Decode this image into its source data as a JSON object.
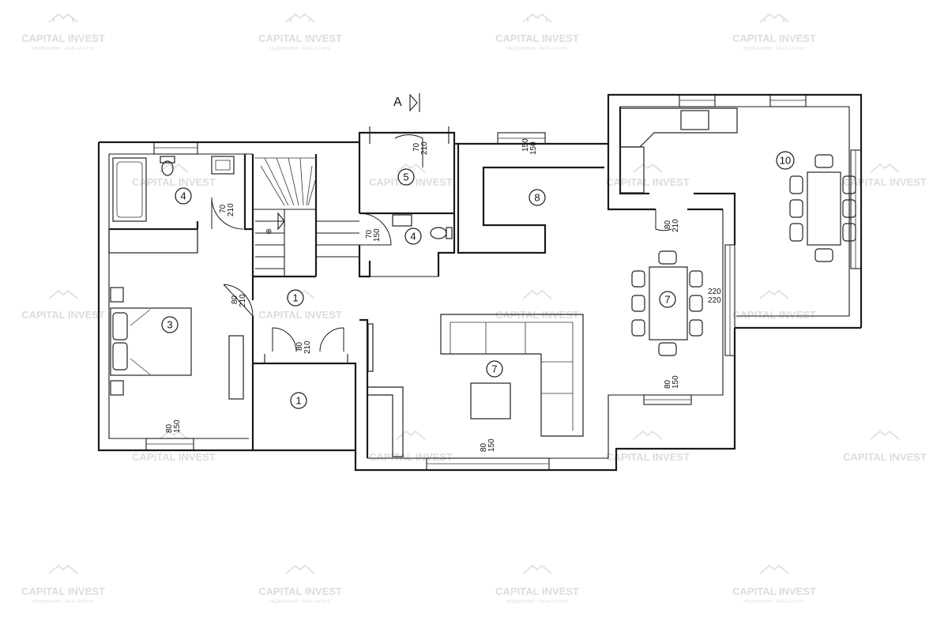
{
  "watermark": {
    "name": "CAPITAL INVEST",
    "subtitle": "НЕДВИЖИМИ · REAL ESTATE"
  },
  "section_marker": "A",
  "rooms": [
    {
      "id": "r1a",
      "label": "1"
    },
    {
      "id": "r1b",
      "label": "1"
    },
    {
      "id": "r3",
      "label": "3"
    },
    {
      "id": "r4a",
      "label": "4"
    },
    {
      "id": "r4b",
      "label": "4"
    },
    {
      "id": "r5",
      "label": "5"
    },
    {
      "id": "r7a",
      "label": "7"
    },
    {
      "id": "r7b",
      "label": "7"
    },
    {
      "id": "r8",
      "label": "8"
    },
    {
      "id": "r10",
      "label": "10"
    }
  ],
  "dimensions": [
    {
      "id": "d-bath",
      "top": "70",
      "bottom": "210"
    },
    {
      "id": "d-room5",
      "top": "70",
      "bottom": "210"
    },
    {
      "id": "d-wc",
      "top": "70",
      "bottom": "150"
    },
    {
      "id": "d-kitchen",
      "top": "80",
      "bottom": "210"
    },
    {
      "id": "d-hall",
      "top": "80",
      "bottom": "210"
    },
    {
      "id": "d-win8-top",
      "top": "150",
      "bottom": "150"
    },
    {
      "id": "d-win7-side",
      "top": "220",
      "bottom": "220"
    },
    {
      "id": "d-win-r7",
      "top": "80",
      "bottom": "150"
    },
    {
      "id": "d-win-living",
      "top": "80",
      "bottom": "150"
    },
    {
      "id": "d-win-bed",
      "top": "80",
      "bottom": "150"
    },
    {
      "id": "d-entry",
      "top": "80",
      "bottom": "210"
    }
  ]
}
